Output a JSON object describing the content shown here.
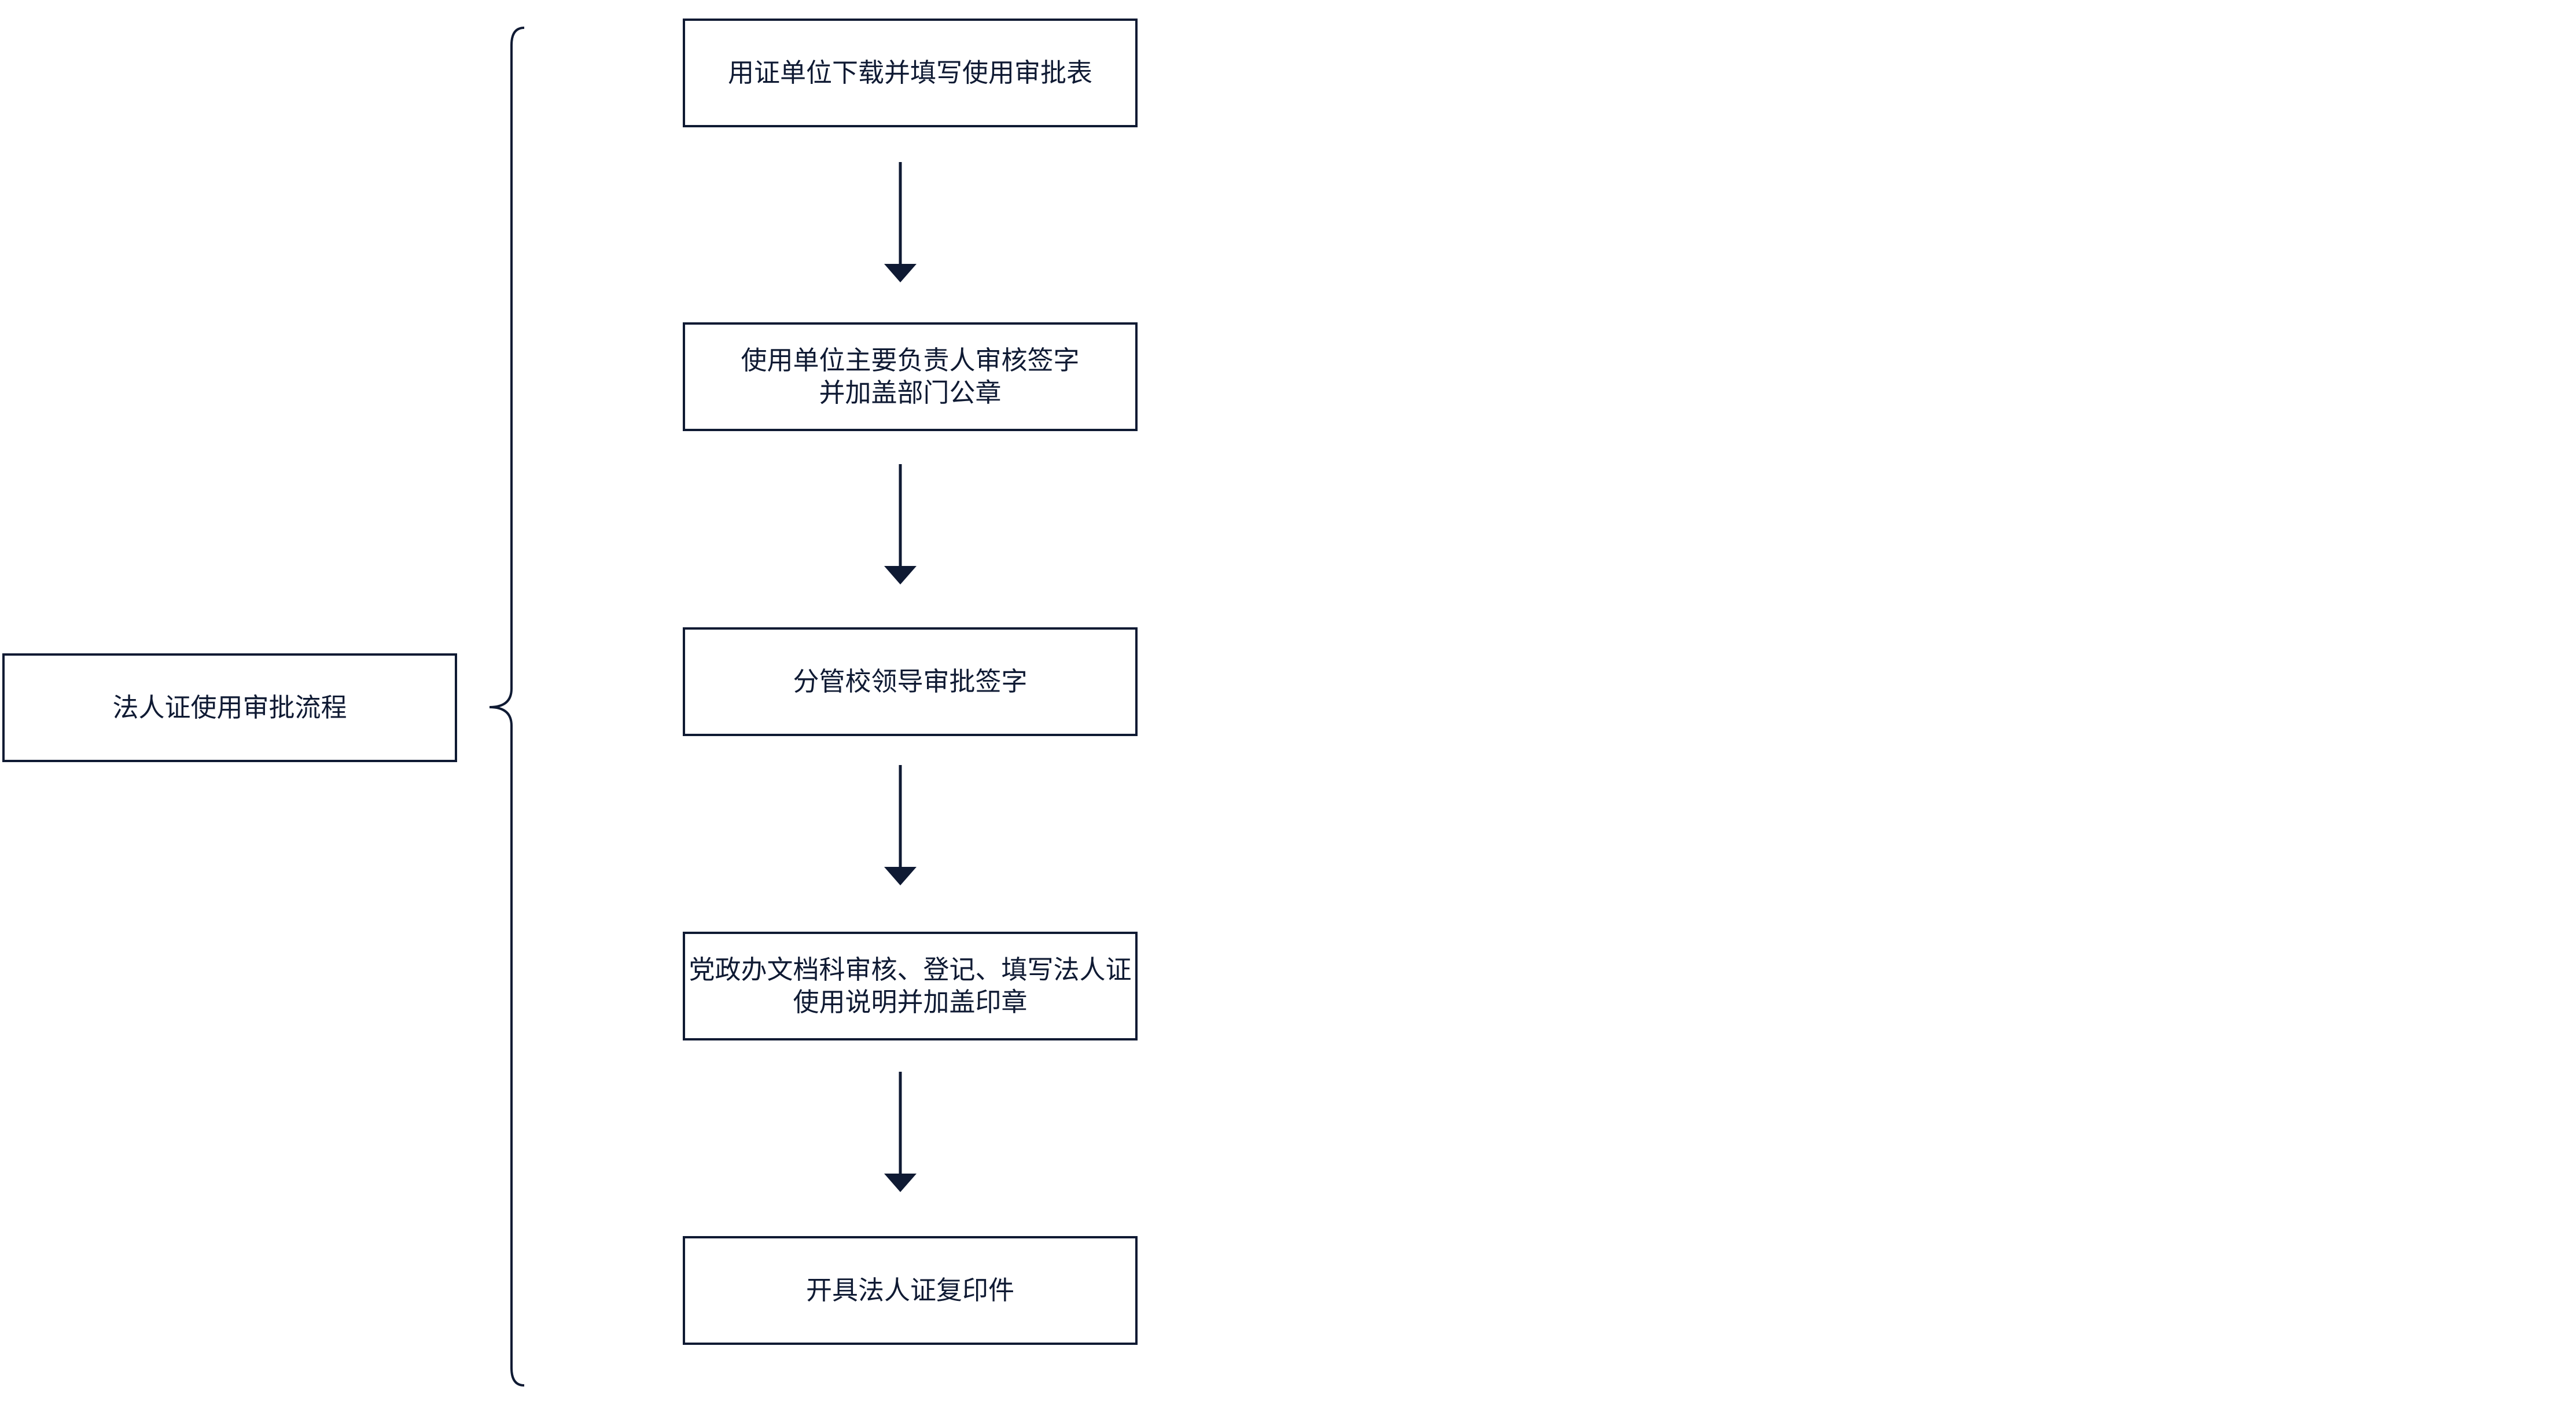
{
  "diagram": {
    "root": {
      "label": "法人证使用审批流程"
    },
    "steps": [
      {
        "lines": [
          "用证单位下载并填写使用审批表"
        ]
      },
      {
        "lines": [
          "使用单位主要负责人审核签字",
          "并加盖部门公章"
        ]
      },
      {
        "lines": [
          "分管校领导审批签字"
        ]
      },
      {
        "lines": [
          "党政办文档科审核、登记、填写法人证",
          "使用说明并加盖印章"
        ]
      },
      {
        "lines": [
          "开具法人证复印件"
        ]
      }
    ],
    "colors": {
      "stroke": "#0f1a33",
      "background": "#ffffff"
    }
  }
}
